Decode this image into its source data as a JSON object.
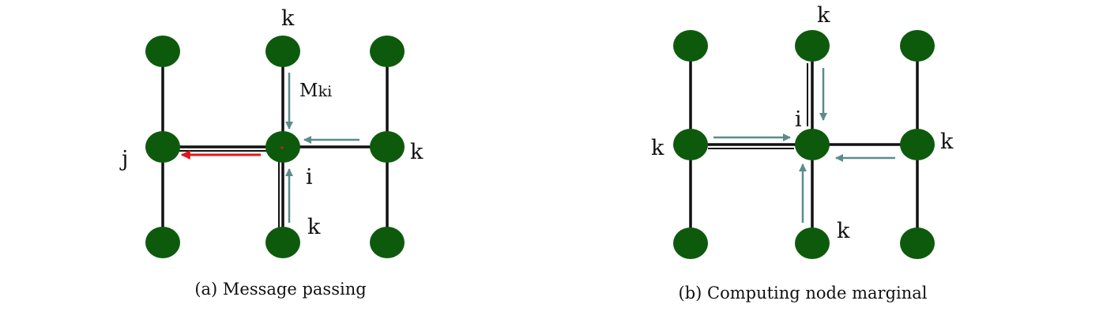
{
  "colors": {
    "node_fill": "#0d5a0d",
    "edge_color": "#111111",
    "message_arrow": "#5b8c8c",
    "outgoing_arrow": "#e01818"
  },
  "panel_a": {
    "caption": "(a) Message passing",
    "labels": {
      "k_top": "k",
      "k_right": "k",
      "k_bottom": "k",
      "j": "j",
      "i": "i",
      "message_main": "M",
      "message_sub": "ki"
    }
  },
  "panel_b": {
    "caption": "(b) Computing node marginal",
    "labels": {
      "k_top": "k",
      "k_left": "k",
      "k_right": "k",
      "k_bottom": "k",
      "i": "i"
    }
  }
}
